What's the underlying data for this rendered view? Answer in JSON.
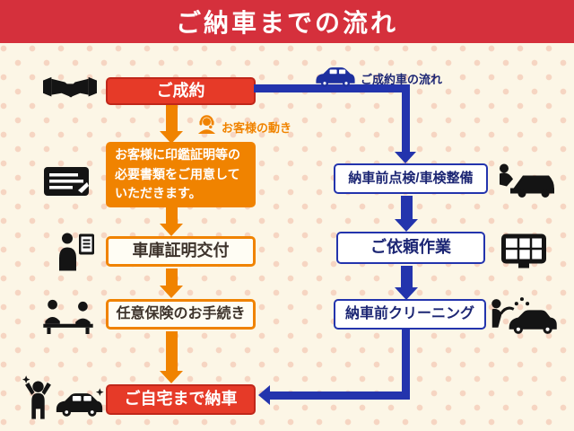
{
  "header": {
    "title": "ご納車までの流れ"
  },
  "labels": {
    "car_flow": "ご成約車の流れ",
    "customer_flow": "お客様の動き"
  },
  "steps": {
    "contract": "ご成約",
    "documents": [
      "お客様に印鑑証明等の",
      "必要書類をご用意して",
      "いただきます。"
    ],
    "garage_certificate": "車庫証明交付",
    "insurance": "任意保険のお手続き",
    "home_delivery": "ご自宅まで納車",
    "pre_delivery_inspection": "納車前点検/車検整備",
    "requested_work": "ご依頼作業",
    "pre_delivery_cleaning": "納車前クリーニング"
  },
  "icons": {
    "handshake": "handshake-icon",
    "contract_car": "car-icon",
    "operator": "headset-person-icon",
    "memo": "document-icon",
    "clipboard_person": "clipboard-person-icon",
    "mechanic": "mechanic-icon",
    "meeting": "people-desk-icon",
    "navigation": "car-navigation-icon",
    "car_wash": "car-wash-icon",
    "celebration": "celebrating-person-icon",
    "delivery_car": "delivery-car-icon"
  },
  "colors": {
    "header_red": "#d5303c",
    "red": "#e63a28",
    "red_dark": "#c0271a",
    "orange": "#f08300",
    "blue": "#2334ad",
    "navy": "#1c2674",
    "bg": "#fcf6e6",
    "dot": "#f6d5c2"
  }
}
